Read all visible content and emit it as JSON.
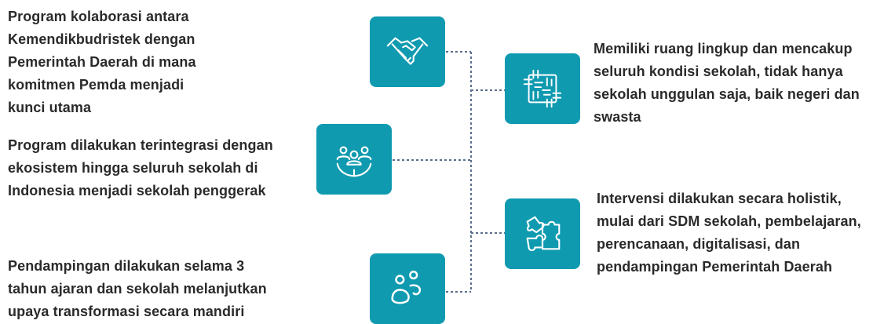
{
  "diagram": {
    "accent_color": "#0f9ab0",
    "connector_color": "#5a6f8c",
    "left_items": [
      {
        "icon": "handshake-icon",
        "text": "Program kolaborasi antara Kemendikbudristek dengan Pemerintah Daerah di mana komitmen Pemda menjadi kunci utama"
      },
      {
        "icon": "community-icon",
        "text": "Program dilakukan terintegrasi dengan ekosistem hingga seluruh sekolah di Indonesia menjadi sekolah penggerak"
      },
      {
        "icon": "mentoring-icon",
        "text": "Pendampingan dilakukan selama 3 tahun ajaran dan sekolah melanjutkan upaya transformasi secara mandiri"
      }
    ],
    "right_items": [
      {
        "icon": "joined-hands-icon",
        "text": "Memiliki ruang lingkup dan mencakup seluruh kondisi sekolah, tidak hanya sekolah unggulan saja, baik negeri dan swasta"
      },
      {
        "icon": "puzzle-icon",
        "text": "Intervensi dilakukan secara holistik, mulai dari SDM sekolah, pembelajaran, perencanaan, digitalisasi, dan pendampingan Pemerintah Daerah"
      }
    ]
  }
}
